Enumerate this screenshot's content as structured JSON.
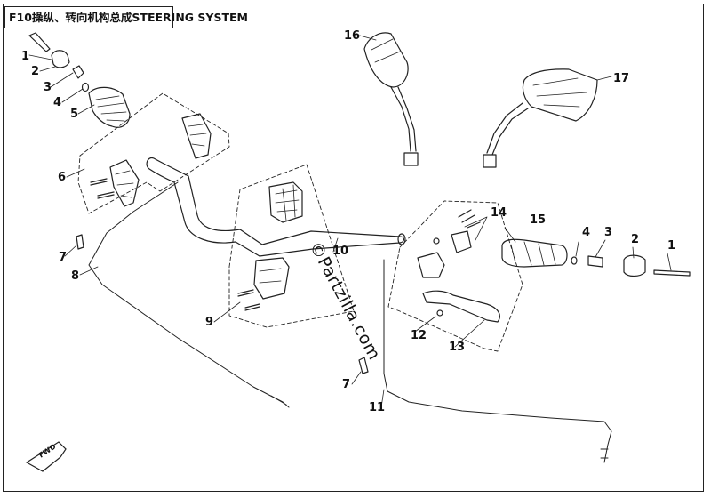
{
  "title": "F10操纵、转向机构总成STEERING SYSTEM",
  "watermark": "©Partzilla.com",
  "fwd_label": "FWD",
  "callouts": [
    "1",
    "2",
    "3",
    "4",
    "5",
    "6",
    "7",
    "8",
    "9",
    "10",
    "11",
    "12",
    "13",
    "14",
    "15",
    "16",
    "17",
    "4",
    "3",
    "2",
    "1",
    "7"
  ],
  "colors": {
    "line": "#222222",
    "background": "#ffffff"
  }
}
